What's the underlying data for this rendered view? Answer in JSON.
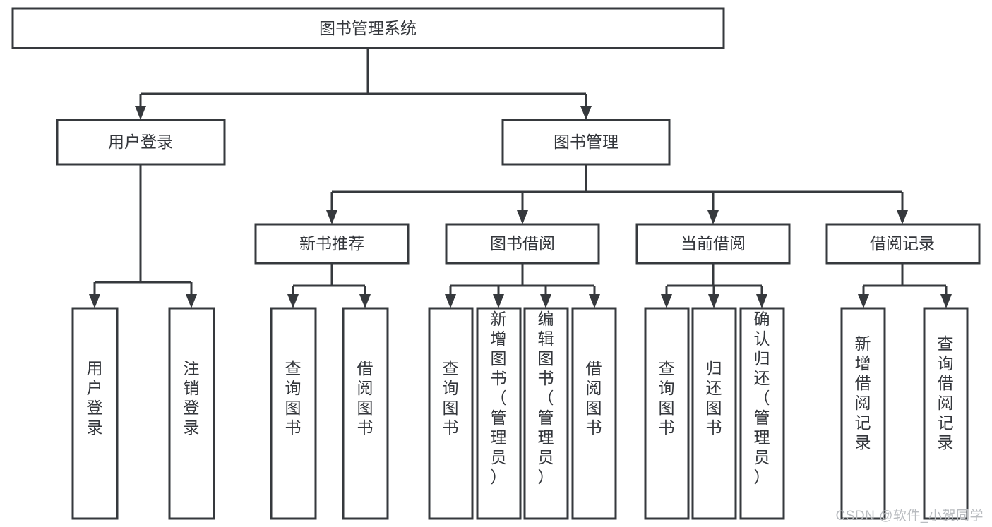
{
  "diagram": {
    "title": "图书管理系统",
    "type": "tree-hierarchy-chart",
    "orientation": "top-down",
    "colors": {
      "box_stroke": "#36393d",
      "box_fill": "#ffffff",
      "text": "#33363b",
      "connector": "#36393d",
      "background": "#ffffff",
      "watermark": "#b9bcc0"
    },
    "root": {
      "label": "图书管理系统"
    },
    "level2": [
      {
        "id": "user-login",
        "label": "用户登录"
      },
      {
        "id": "book-management",
        "label": "图书管理"
      }
    ],
    "level3": [
      {
        "id": "new-book-recommend",
        "label": "新书推荐",
        "parent": "book-management"
      },
      {
        "id": "book-borrow",
        "label": "图书借阅",
        "parent": "book-management"
      },
      {
        "id": "current-borrow",
        "label": "当前借阅",
        "parent": "book-management"
      },
      {
        "id": "borrow-record",
        "label": "借阅记录",
        "parent": "book-management"
      }
    ],
    "leaves": [
      {
        "id": "leaf-user-login",
        "label": "用户登录",
        "parent": "user-login"
      },
      {
        "id": "leaf-logout-login",
        "label": "注销登录",
        "parent": "user-login"
      },
      {
        "id": "leaf-query-book-1",
        "label": "查询图书",
        "parent": "new-book-recommend"
      },
      {
        "id": "leaf-borrow-book-1",
        "label": "借阅图书",
        "parent": "new-book-recommend"
      },
      {
        "id": "leaf-query-book-2",
        "label": "查询图书",
        "parent": "book-borrow"
      },
      {
        "id": "leaf-add-book",
        "label": "新增图书（管理员）",
        "parent": "book-borrow"
      },
      {
        "id": "leaf-edit-book",
        "label": "编辑图书（管理员）",
        "parent": "book-borrow"
      },
      {
        "id": "leaf-borrow-book-2",
        "label": "借阅图书",
        "parent": "book-borrow"
      },
      {
        "id": "leaf-query-book-3",
        "label": "查询图书",
        "parent": "current-borrow"
      },
      {
        "id": "leaf-return-book",
        "label": "归还图书",
        "parent": "current-borrow"
      },
      {
        "id": "leaf-confirm-return",
        "label": "确认归还（管理员）",
        "parent": "current-borrow"
      },
      {
        "id": "leaf-add-record",
        "label": "新增借阅记录",
        "parent": "borrow-record"
      },
      {
        "id": "leaf-query-record",
        "label": "查询借阅记录",
        "parent": "borrow-record"
      }
    ]
  },
  "watermark": {
    "text": "CSDN @软件_小贺同学"
  }
}
